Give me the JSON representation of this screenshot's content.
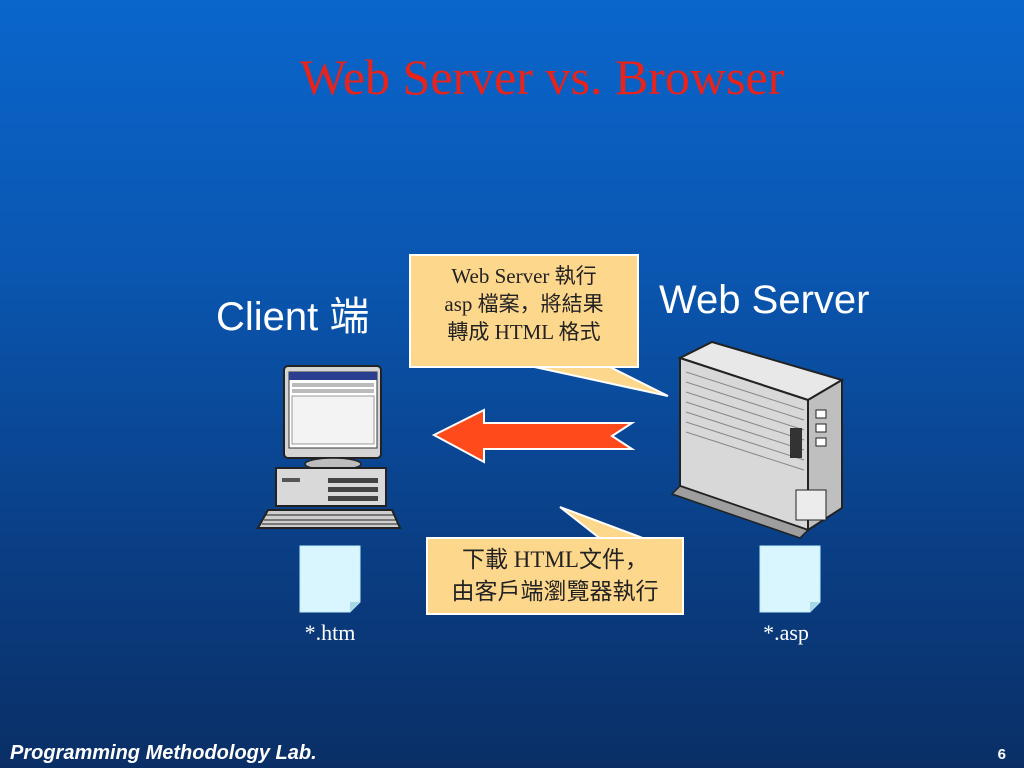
{
  "slide": {
    "title": "Web Server vs. Browser",
    "client_label": "Client 端",
    "server_label": "Web Server",
    "callout_top": [
      "Web Server 執行",
      "asp 檔案，將結果",
      "轉成 HTML 格式"
    ],
    "callout_bottom": [
      "下載 HTML文件，",
      "由客戶端瀏覽器執行"
    ],
    "file_left": "*.htm",
    "file_right": "*.asp",
    "footer": "Programming Methodology Lab.",
    "page_number": "6"
  },
  "colors": {
    "title": "#e8231b",
    "callout_fill": "#fdd78c",
    "arrow": "#ff4a1c",
    "document": "#d9f6ff"
  }
}
